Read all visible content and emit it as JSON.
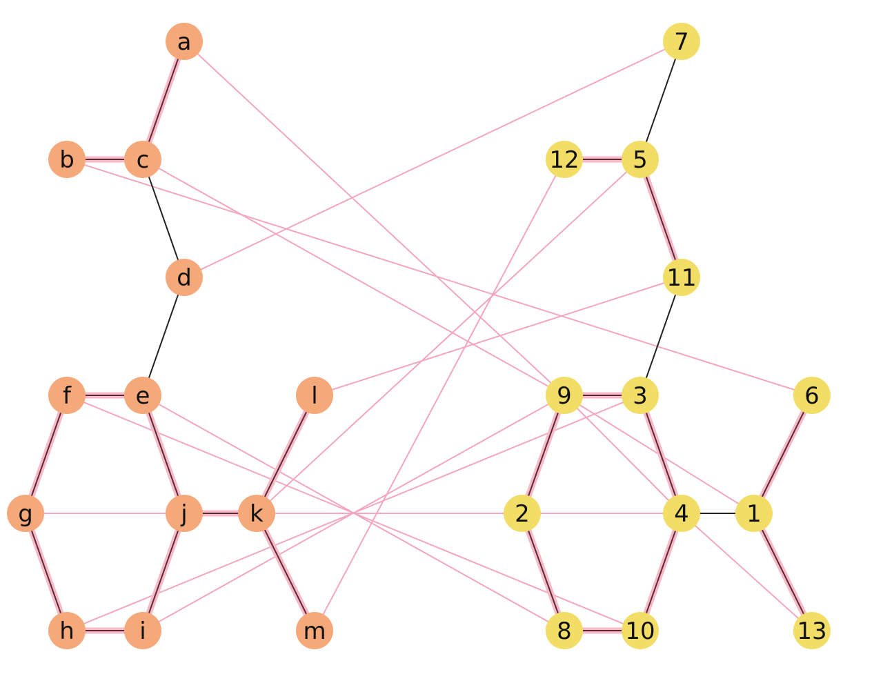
{
  "colors": {
    "group_a": "#f5a97b",
    "group_b": "#f2dd66",
    "highlight": "#f7b8c8",
    "edge": "#222222",
    "cross_edge": "#f3a6bd"
  },
  "nodes": [
    {
      "id": "a",
      "group": "a"
    },
    {
      "id": "b",
      "group": "a"
    },
    {
      "id": "c",
      "group": "a"
    },
    {
      "id": "d",
      "group": "a"
    },
    {
      "id": "e",
      "group": "a"
    },
    {
      "id": "f",
      "group": "a"
    },
    {
      "id": "g",
      "group": "a"
    },
    {
      "id": "h",
      "group": "a"
    },
    {
      "id": "i",
      "group": "a"
    },
    {
      "id": "j",
      "group": "a"
    },
    {
      "id": "k",
      "group": "a"
    },
    {
      "id": "l",
      "group": "a"
    },
    {
      "id": "m",
      "group": "a"
    },
    {
      "id": "7",
      "group": "b"
    },
    {
      "id": "12",
      "group": "b"
    },
    {
      "id": "5",
      "group": "b"
    },
    {
      "id": "11",
      "group": "b"
    },
    {
      "id": "9",
      "group": "b"
    },
    {
      "id": "3",
      "group": "b"
    },
    {
      "id": "6",
      "group": "b"
    },
    {
      "id": "2",
      "group": "b"
    },
    {
      "id": "4",
      "group": "b"
    },
    {
      "id": "1",
      "group": "b"
    },
    {
      "id": "8",
      "group": "b"
    },
    {
      "id": "10",
      "group": "b"
    },
    {
      "id": "13",
      "group": "b"
    }
  ],
  "edges_highlighted": [
    [
      "a",
      "c"
    ],
    [
      "b",
      "c"
    ],
    [
      "f",
      "e"
    ],
    [
      "f",
      "g"
    ],
    [
      "g",
      "h"
    ],
    [
      "h",
      "i"
    ],
    [
      "i",
      "j"
    ],
    [
      "e",
      "j"
    ],
    [
      "j",
      "k"
    ],
    [
      "k",
      "l"
    ],
    [
      "k",
      "m"
    ],
    [
      "12",
      "5"
    ],
    [
      "5",
      "11"
    ],
    [
      "9",
      "3"
    ],
    [
      "9",
      "2"
    ],
    [
      "2",
      "8"
    ],
    [
      "8",
      "10"
    ],
    [
      "10",
      "4"
    ],
    [
      "3",
      "4"
    ],
    [
      "6",
      "1"
    ],
    [
      "1",
      "13"
    ]
  ],
  "edges_plain": [
    [
      "c",
      "d"
    ],
    [
      "d",
      "e"
    ],
    [
      "7",
      "5"
    ],
    [
      "11",
      "3"
    ],
    [
      "4",
      "1"
    ]
  ],
  "edges_cross": [
    [
      "a",
      "9"
    ],
    [
      "c",
      "9"
    ],
    [
      "b",
      "6"
    ],
    [
      "d",
      "7"
    ],
    [
      "12",
      "m"
    ],
    [
      "5",
      "k"
    ],
    [
      "11",
      "l"
    ],
    [
      "g",
      "j"
    ],
    [
      "k",
      "2"
    ],
    [
      "2",
      "4"
    ],
    [
      "h",
      "3"
    ],
    [
      "i",
      "9"
    ],
    [
      "f",
      "10"
    ],
    [
      "e",
      "8"
    ],
    [
      "9",
      "4"
    ],
    [
      "9",
      "1"
    ],
    [
      "4",
      "13"
    ]
  ]
}
